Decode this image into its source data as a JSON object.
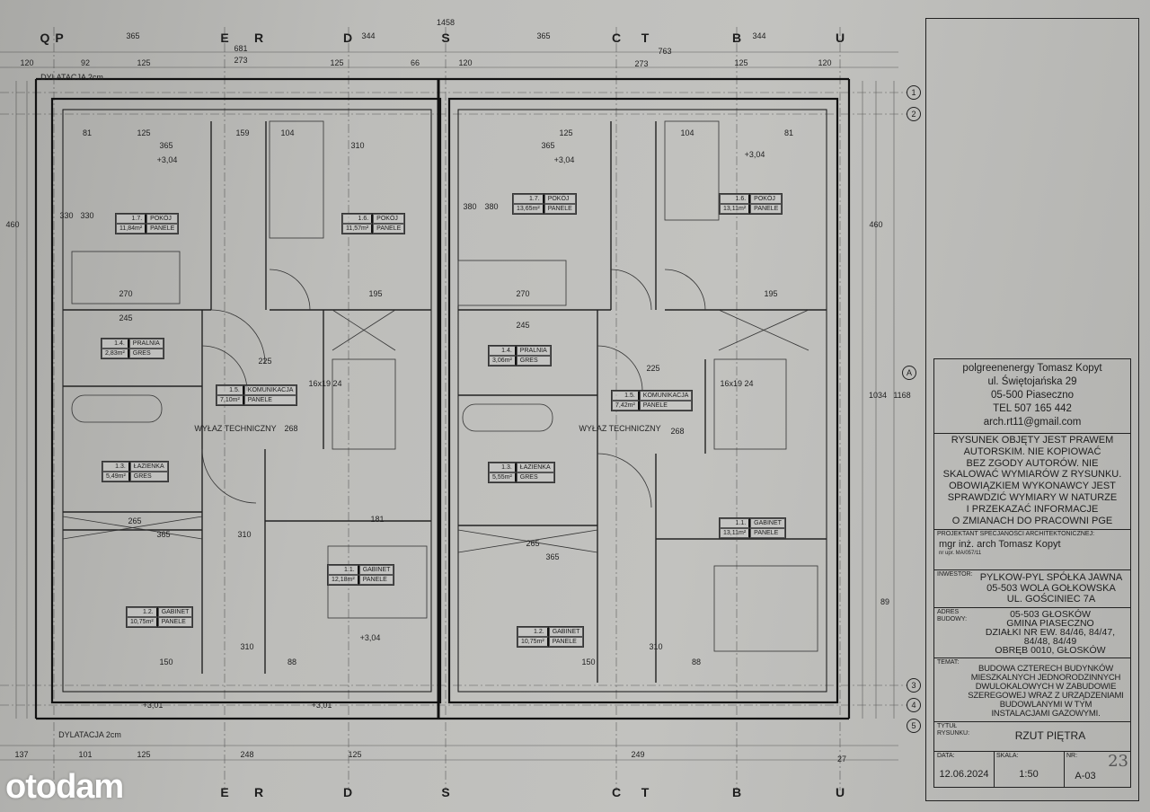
{
  "axes_top": [
    "Q",
    "P",
    "E",
    "R",
    "D",
    "S",
    "C",
    "T",
    "B",
    "U"
  ],
  "axes_bottom": [
    "E",
    "R",
    "D",
    "S",
    "C",
    "T",
    "B",
    "U"
  ],
  "grid_rows": [
    "1",
    "2",
    "A",
    "3",
    "4",
    "5"
  ],
  "dimensions": [
    "365",
    "681",
    "344",
    "1458",
    "365",
    "763",
    "344",
    "273",
    "273",
    "120",
    "92",
    "125",
    "125",
    "66",
    "120",
    "125",
    "120",
    "81",
    "125",
    "365",
    "159",
    "104",
    "310",
    "365",
    "125",
    "104",
    "81",
    "330",
    "330",
    "380",
    "380",
    "460",
    "460",
    "270",
    "195",
    "270",
    "195",
    "245",
    "225",
    "245",
    "225",
    "268",
    "268",
    "1034",
    "1168",
    "89",
    "265",
    "365",
    "265",
    "365",
    "181",
    "310",
    "310",
    "310",
    "88",
    "150",
    "88",
    "150",
    "137",
    "101",
    "125",
    "248",
    "125",
    "249",
    "27",
    "DYLATACJA 2cm",
    "DYLATACJA 2cm",
    "WYŁAZ TECHNICZNY",
    "WYŁAZ TECHNICZNY",
    "16x19 24",
    "16x19 24",
    "+3,04",
    "+3,04",
    "+3,04",
    "+3,04",
    "+3,01",
    "+3,01"
  ],
  "rooms": [
    {
      "no": "1.7.",
      "name": "POKÓJ",
      "area": "11,84m²",
      "floor": "PANELE"
    },
    {
      "no": "1.6.",
      "name": "POKÓJ",
      "area": "11,57m²",
      "floor": "PANELE"
    },
    {
      "no": "1.4.",
      "name": "PRALNIA",
      "area": "2,83m²",
      "floor": "GRES"
    },
    {
      "no": "1.5.",
      "name": "KOMUNIKACJA",
      "area": "7,10m²",
      "floor": "PANELE"
    },
    {
      "no": "1.3.",
      "name": "ŁAZIENKA",
      "area": "5,49m²",
      "floor": "GRES"
    },
    {
      "no": "1.1.",
      "name": "GABINET",
      "area": "12,18m²",
      "floor": "PANELE"
    },
    {
      "no": "1.2.",
      "name": "GABINET",
      "area": "10,75m²",
      "floor": "PANELE"
    },
    {
      "no": "1.7.",
      "name": "POKÓJ",
      "area": "13,65m²",
      "floor": "PANELE"
    },
    {
      "no": "1.6.",
      "name": "POKÓJ",
      "area": "13,11m²",
      "floor": "PANELE"
    },
    {
      "no": "1.4.",
      "name": "PRALNIA",
      "area": "3,06m²",
      "floor": "GRES"
    },
    {
      "no": "1.5.",
      "name": "KOMUNIKACJA",
      "area": "7,42m²",
      "floor": "PANELE"
    },
    {
      "no": "1.3.",
      "name": "ŁAZIENKA",
      "area": "5,55m²",
      "floor": "GRES"
    },
    {
      "no": "1.1.",
      "name": "GABINET",
      "area": "13,11m²",
      "floor": "PANELE"
    },
    {
      "no": "1.2.",
      "name": "GABINET",
      "area": "10,75m²",
      "floor": "PANELE"
    }
  ],
  "title_block": {
    "office": [
      "polgreenenergy Tomasz Kopyt",
      "ul. Świętojańska 29",
      "05-500 Piaseczno",
      "TEL 507 165 442",
      "arch.rt11@gmail.com"
    ],
    "copyright": [
      "RYSUNEK OBJĘTY JEST PRAWEM",
      "AUTORSKIM. NIE KOPIOWAĆ",
      "BEZ ZGODY AUTORÓW. NIE",
      "SKALOWAĆ WYMIARÓW Z RYSUNKU.",
      "OBOWIĄZKIEM WYKONAWCY JEST",
      "SPRAWDZIĆ WYMIARY W NATURZE",
      "I PRZEKAZAĆ INFORMACJE",
      "O ZMIANACH DO PRACOWNI PGE"
    ],
    "designer_label": "PROJEKTANT SPECJANOŚCI ARCHITEKTONICZNEJ:",
    "designer": "mgr inż. arch Tomasz Kopyt",
    "license": "nr upr. MA/057/11",
    "investor_label": "INWESTOR:",
    "investor": [
      "PYLKOW-PYL SPÓŁKA JAWNA",
      "05-503 WOLA GOŁKOWSKA",
      "UL. GOŚCINIEC 7A"
    ],
    "address_label": "ADRES BUDOWY:",
    "address": [
      "05-503 GŁOSKÓW",
      "GMINA PIASECZNO",
      "DZIAŁKI NR EW. 84/46, 84/47,",
      "84/48, 84/49",
      "OBRĘB 0010, GŁOSKÓW"
    ],
    "subject_label": "TEMAT:",
    "subject": [
      "BUDOWA CZTERECH BUDYNKÓW",
      "MIESZKALNYCH JEDNORODZINNYCH",
      "DWULOKALOWYCH W ZABUDOWIE",
      "SZEREGOWEJ WRAZ Z URZĄDZENIAMI",
      "BUDOWLANYMI W TYM",
      "INSTALACJAMI GAZOWYMI."
    ],
    "drawing_title_label": "TYTUŁ RYSUNKU:",
    "drawing_title": "RZUT PIĘTRA",
    "date_label": "DATA:",
    "date": "12.06.2024",
    "scale_label": "SKALA:",
    "scale": "1:50",
    "number_label": "NR:",
    "number": "A-03",
    "handwritten": "23"
  },
  "watermark": "otodam"
}
